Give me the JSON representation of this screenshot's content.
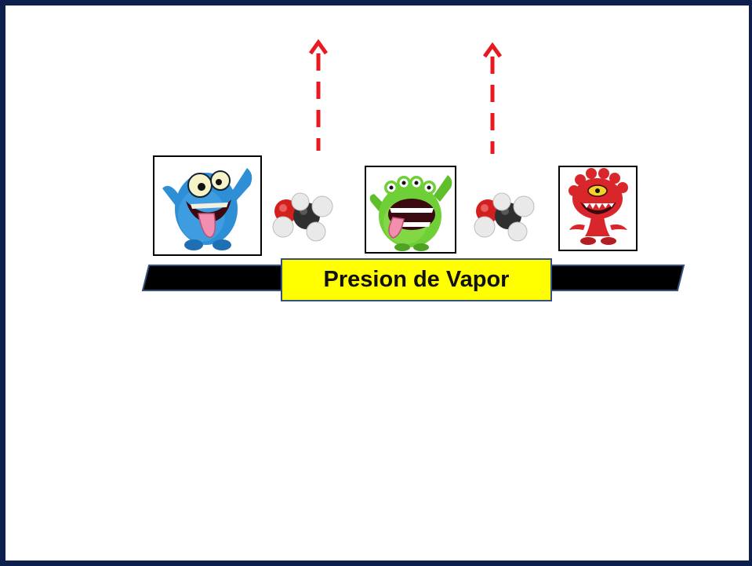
{
  "label": {
    "text": "Presion de Vapor"
  },
  "colors": {
    "border": "#0d1f4c",
    "bar": "#000000",
    "bar_outline": "#35507f",
    "label_background": "#ffff00",
    "arrow": "#e8191f",
    "oxygen": "#d41f1f",
    "carbon": "#2f2f2f",
    "hydrogen": "#e9e9e9"
  },
  "items": [
    {
      "kind": "monster",
      "icon": "blue-monster-icon"
    },
    {
      "kind": "molecule",
      "icon": "water-molecule-icon"
    },
    {
      "kind": "monster",
      "icon": "green-monster-icon"
    },
    {
      "kind": "molecule",
      "icon": "water-molecule-icon"
    },
    {
      "kind": "monster",
      "icon": "red-monster-icon"
    }
  ],
  "arrows": [
    {
      "icon": "dashed-up-arrow-icon",
      "direction": "up"
    },
    {
      "icon": "dashed-up-arrow-icon",
      "direction": "up"
    }
  ]
}
